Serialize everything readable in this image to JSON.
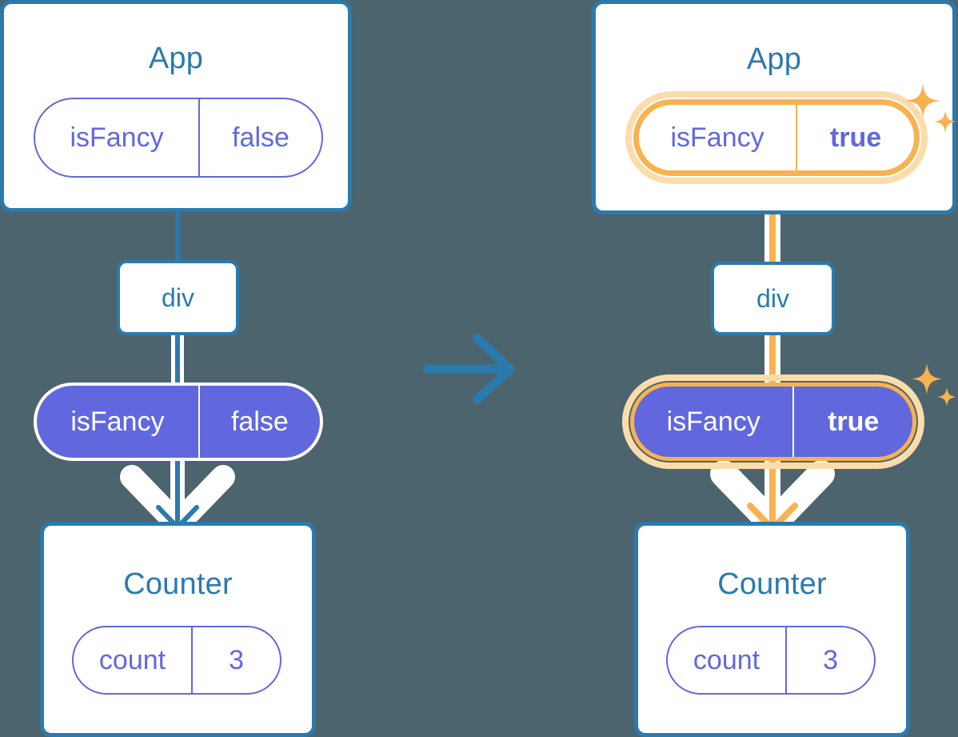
{
  "diagram": {
    "title": "React state propagation: isFancy false to true",
    "type": "component-tree-comparison",
    "background_color": "#4c646d",
    "accent_blue": "#2b7aae",
    "accent_purple": "#6168de",
    "accent_highlight": "#f8b24f",
    "accent_highlight_glow": "#fbdcab"
  },
  "before": {
    "root": {
      "label": "App",
      "state": {
        "key": "isFancy",
        "value": "false",
        "highlighted": false
      }
    },
    "element": {
      "label": "div"
    },
    "prop": {
      "key": "isFancy",
      "value": "false",
      "highlighted": false
    },
    "child": {
      "label": "Counter",
      "state": {
        "key": "count",
        "value": "3",
        "highlighted": false
      }
    }
  },
  "after": {
    "root": {
      "label": "App",
      "state": {
        "key": "isFancy",
        "value": "true",
        "highlighted": true
      }
    },
    "element": {
      "label": "div"
    },
    "prop": {
      "key": "isFancy",
      "value": "true",
      "highlighted": true
    },
    "child": {
      "label": "Counter",
      "state": {
        "key": "count",
        "value": "3",
        "highlighted": false
      }
    }
  },
  "transition": {
    "icon": "arrow-right-icon"
  },
  "sparkle": {
    "icon": "sparkle-icon"
  }
}
